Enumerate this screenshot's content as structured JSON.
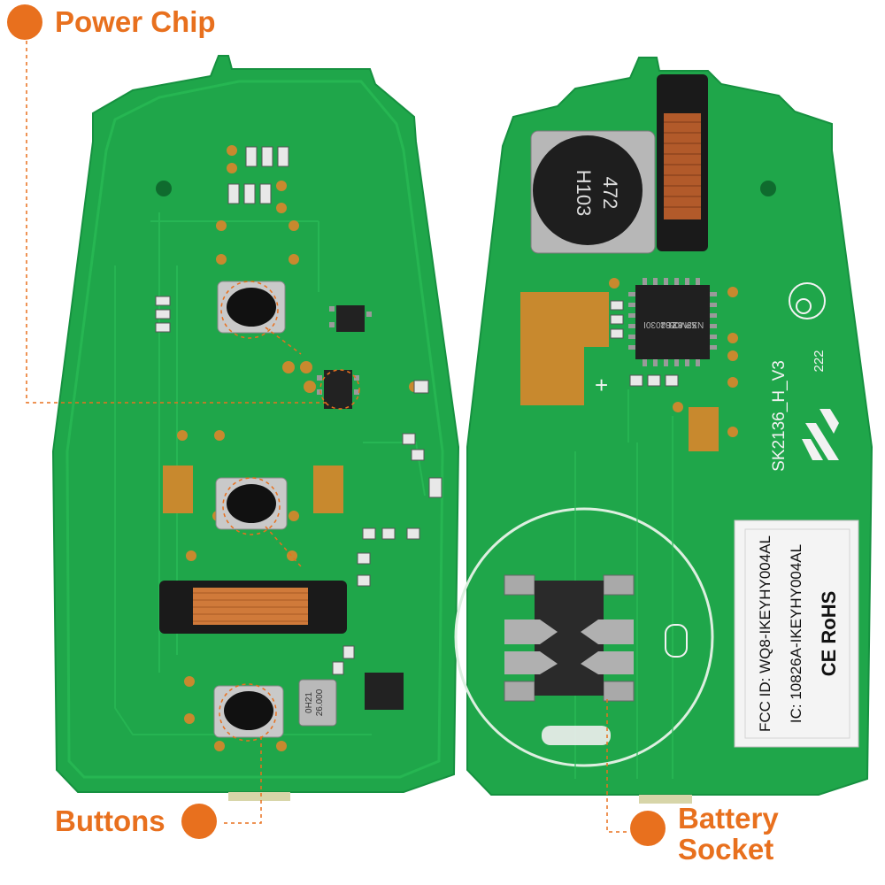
{
  "colors": {
    "pcb_green": "#1FA64A",
    "pcb_dark": "#14823A",
    "callout_orange": "#E8701E",
    "copper": "#C8892E"
  },
  "callouts": {
    "power_chip": "Power Chip",
    "buttons": "Buttons",
    "battery_socket": [
      "Battery",
      "Socket"
    ]
  },
  "board_left": {
    "crystal_marking": [
      "26.000",
      "0H21"
    ]
  },
  "board_right": {
    "inductor_marking": [
      "472",
      "H103"
    ],
    "chip_marking": [
      "NXP",
      "53M05",
      "83 04",
      "ZS2030I"
    ],
    "board_code": "SK2136_H_V3",
    "board_number": "222",
    "plus_sign": "+",
    "label_sticker": {
      "fcc_id": "FCC ID: WQ8-IKEYHY004AL",
      "ic": "IC: 10826A-IKEYHY004AL",
      "marks": "CE RoHS"
    }
  }
}
